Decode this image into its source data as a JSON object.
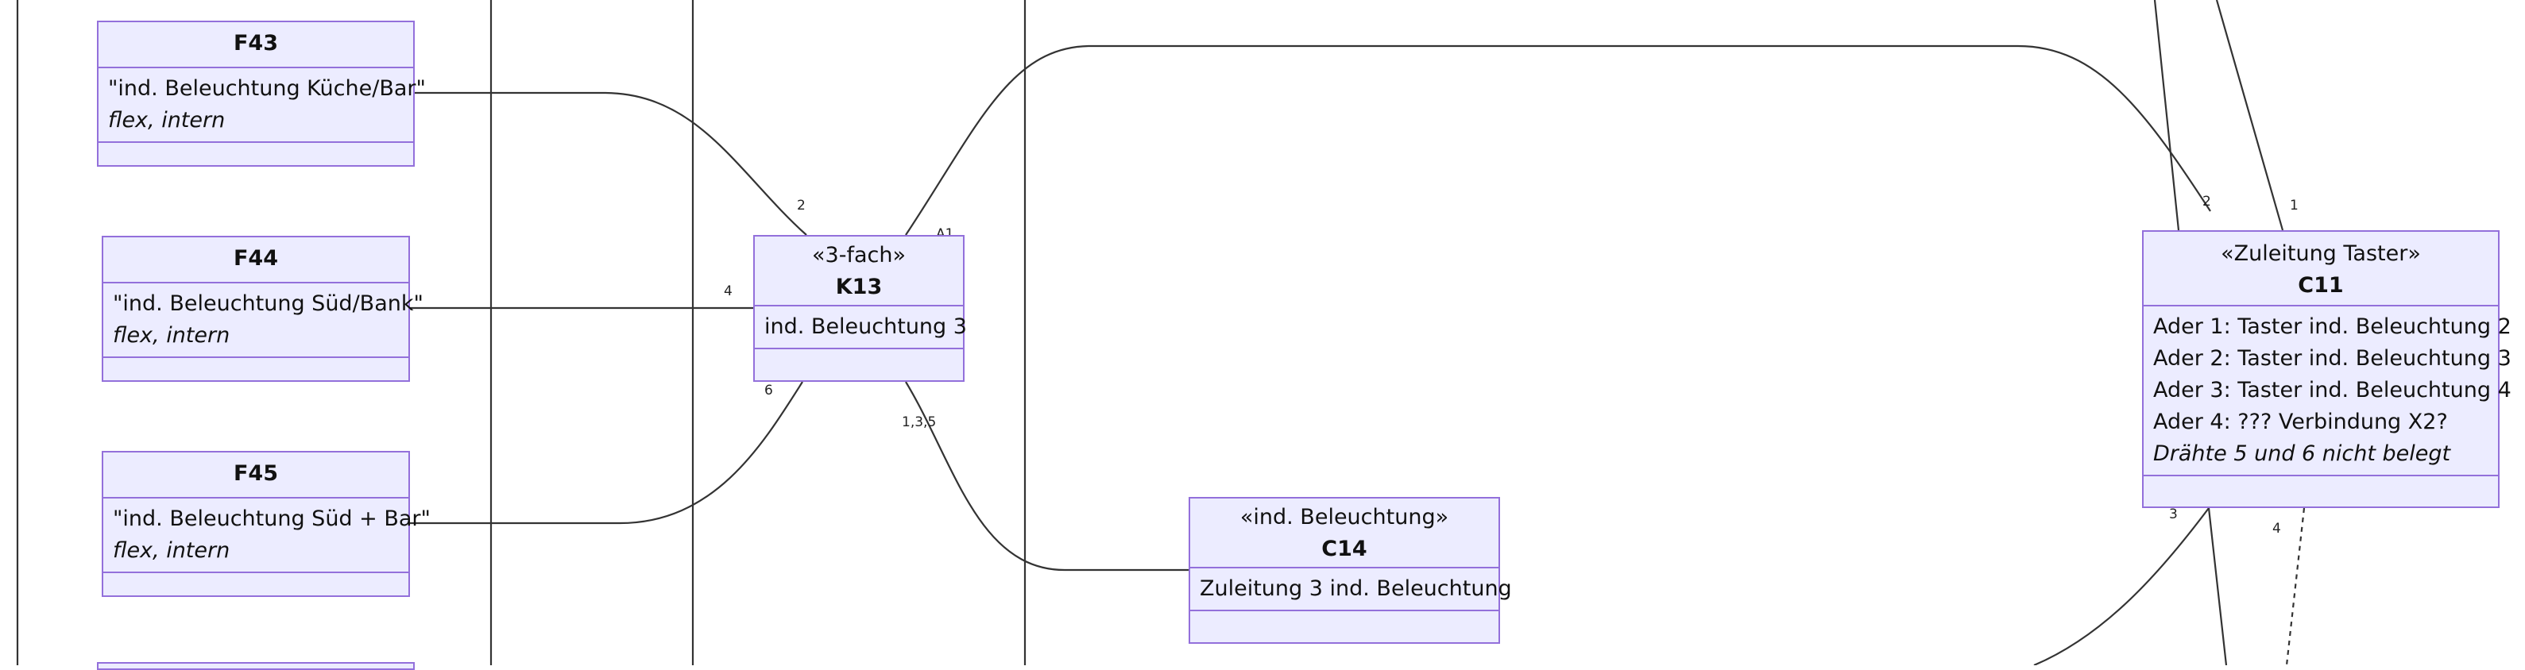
{
  "nodes": {
    "f43": {
      "name": "F43",
      "lines": [
        "\"ind. Beleuchtung Küche/Bar\""
      ],
      "italic": "flex, intern"
    },
    "f44": {
      "name": "F44",
      "lines": [
        "\"ind. Beleuchtung Süd/Bank\""
      ],
      "italic": "flex, intern"
    },
    "f45": {
      "name": "F45",
      "lines": [
        "\"ind. Beleuchtung Süd + Bar\""
      ],
      "italic": "flex, intern"
    },
    "k13": {
      "stereotype": "«3-fach»",
      "name": "K13",
      "lines": [
        "ind. Beleuchtung 3"
      ]
    },
    "c14": {
      "stereotype": "«ind. Beleuchtung»",
      "name": "C14",
      "lines": [
        "Zuleitung 3 ind. Beleuchtung"
      ]
    },
    "c11": {
      "stereotype": "«Zuleitung Taster»",
      "name": "C11",
      "lines": [
        "Ader 1: Taster ind. Beleuchtung 2",
        "Ader 2: Taster ind. Beleuchtung 3",
        "Ader 3: Taster ind. Beleuchtung 4",
        "Ader 4: ??? Verbindung X2?"
      ],
      "italic": "Drähte 5 und 6 nicht belegt"
    }
  },
  "edge_labels": {
    "f43_k13": "2",
    "f44_k13": "4",
    "f45_k13": "6",
    "k13_top": "A1",
    "k13_c14": "1,3,5",
    "c11_in_2": "2",
    "c11_in_1": "1",
    "c11_out_3": "3",
    "c11_out_4": "4"
  }
}
